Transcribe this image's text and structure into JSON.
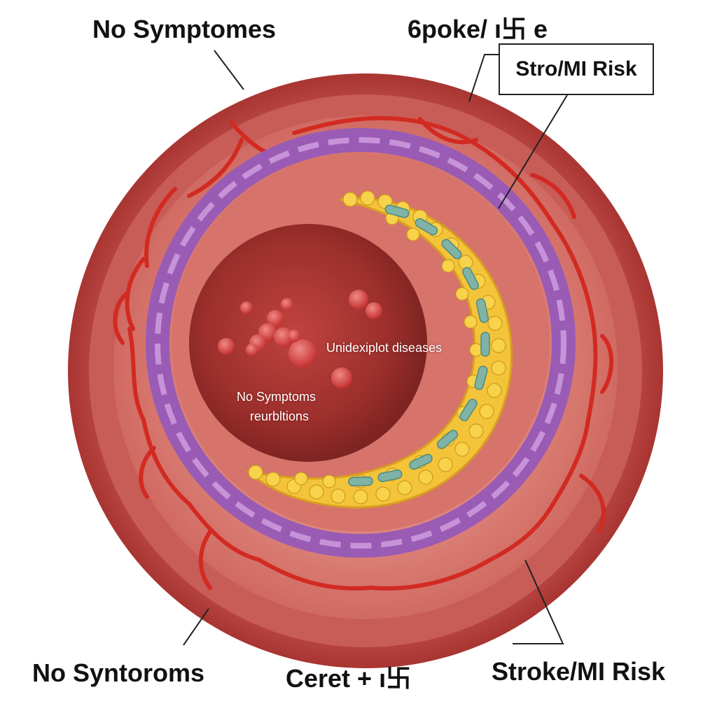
{
  "labels": {
    "top_left": "No Symptomes",
    "top_right": "6poke/ ı卐 e",
    "box": "Stro/MI Risk",
    "bottom_left": "No Syntoroms",
    "bottom_center": "Ceret + ı卐",
    "bottom_right": "Stroke/MI Risk",
    "lumen_right": "Unidexiplot diseases",
    "lumen_line1": "No Symptoms",
    "lumen_line2": "reurbltions"
  },
  "colors": {
    "outer_wall": "#b5403c",
    "media": "#d46a62",
    "intima": "#9a5bb5",
    "plaque": "#f3c33a",
    "calcification": "#7fb3a6",
    "lumen": "#9b2f2c",
    "vessels": "#d22a22"
  }
}
